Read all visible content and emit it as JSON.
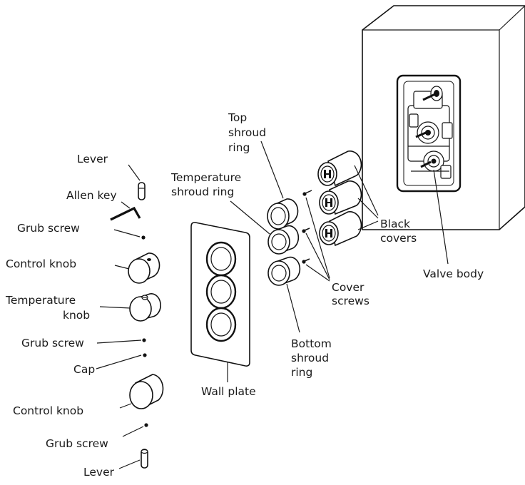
{
  "labels": {
    "lever_top": "Lever",
    "allen_key": "Allen key",
    "grub_screw_1": "Grub screw",
    "control_knob_1": "Control knob",
    "temperature_knob_1": "Temperature",
    "temperature_knob_2": "knob",
    "grub_screw_2": "Grub screw",
    "cap": "Cap",
    "control_knob_2": "Control knob",
    "grub_screw_3": "Grub screw",
    "lever_bottom": "Lever",
    "wall_plate": "Wall plate",
    "top_shroud_1": "Top",
    "top_shroud_2": "shroud",
    "top_shroud_3": "ring",
    "temp_shroud_1": "Temperature",
    "temp_shroud_2": "shroud ring",
    "bottom_shroud_1": "Bottom",
    "bottom_shroud_2": "shroud",
    "bottom_shroud_3": "ring",
    "cover_screws_1": "Cover",
    "cover_screws_2": "screws",
    "black_covers_1": "Black",
    "black_covers_2": "covers",
    "valve_body": "Valve body"
  }
}
